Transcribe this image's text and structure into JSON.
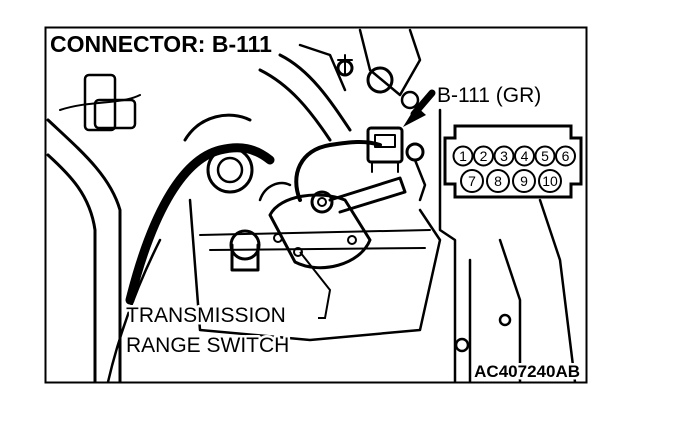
{
  "header": {
    "title": "CONNECTOR: B-111"
  },
  "connector": {
    "label": "B-111 (GR)",
    "pins_top": [
      "1",
      "2",
      "3",
      "4",
      "5",
      "6"
    ],
    "pins_bottom": [
      "7",
      "8",
      "9",
      "10"
    ]
  },
  "component": {
    "line1": "TRANSMISSION",
    "line2": "RANGE SWITCH"
  },
  "figure_code": "AC407240AB"
}
